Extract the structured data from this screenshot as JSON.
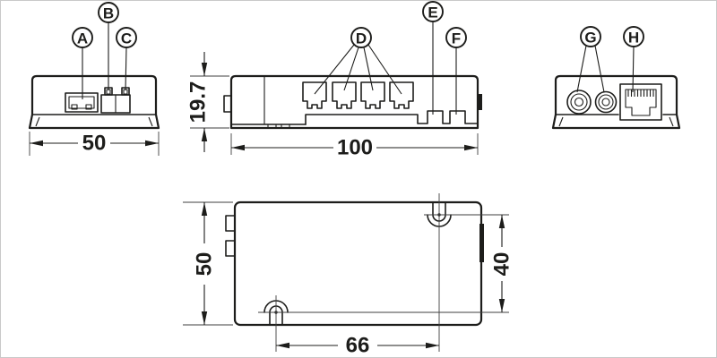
{
  "colors": {
    "ink": "#1d1d1b",
    "thin": "#3f3f3f",
    "frame": "#c9c9c9"
  },
  "callouts": {
    "a": "A",
    "b": "B",
    "c": "C",
    "d": "D",
    "e": "E",
    "f": "F",
    "g": "G",
    "h": "H"
  },
  "dimensions": {
    "side_width": "50",
    "front_height": "19.7",
    "front_width": "100",
    "top_depth": "50",
    "hole_spacing_x": "66",
    "hole_spacing_y": "40"
  }
}
